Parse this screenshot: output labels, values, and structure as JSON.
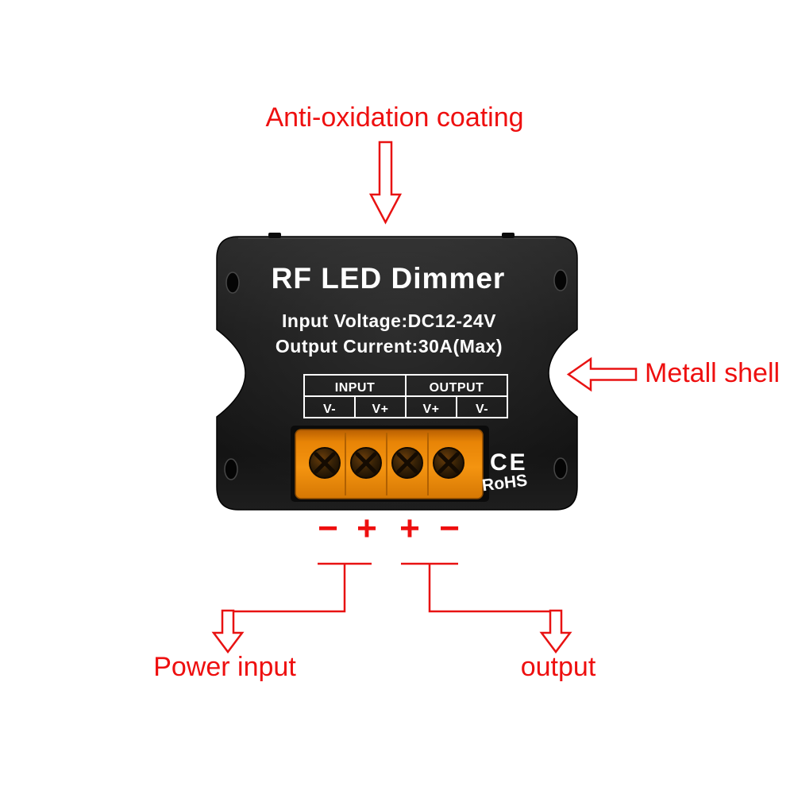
{
  "colors": {
    "annotation_red": "#ee0f0f",
    "shell_black": "#1a1a1a",
    "terminal_orange": "#f08a0a",
    "device_text": "#ffffff",
    "background": "#ffffff"
  },
  "annotations": {
    "top": "Anti-oxidation coating",
    "right": "Metall shell",
    "bottom_left": "Power input",
    "bottom_right": "output"
  },
  "device": {
    "title": "RF LED Dimmer",
    "spec_line1": "Input  Voltage:DC12-24V",
    "spec_line2": "Output Current:30A(Max)",
    "certifications": {
      "ce": "CE",
      "rohs": "RoHS"
    },
    "terminal_table": {
      "headers": [
        "INPUT",
        "OUTPUT"
      ],
      "cells": [
        "V-",
        "V+",
        "V+",
        "V-"
      ]
    }
  },
  "polarity": {
    "symbols": [
      "−",
      "+",
      "+",
      "−"
    ]
  }
}
